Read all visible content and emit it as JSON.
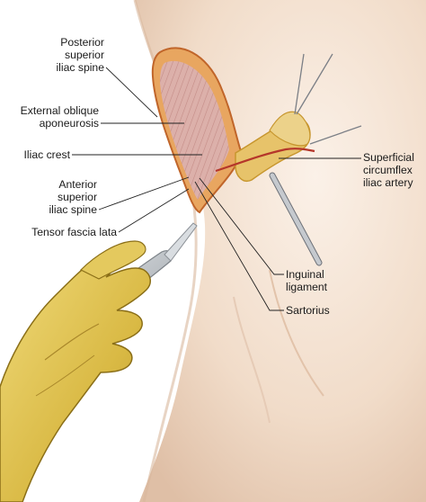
{
  "labels": {
    "posterior_superior_iliac_spine": [
      "Posterior",
      "superior",
      "iliac spine"
    ],
    "external_oblique_aponeurosis": [
      "External oblique",
      "aponeurosis"
    ],
    "iliac_crest": [
      "Iliac crest"
    ],
    "anterior_superior_iliac_spine": [
      "Anterior",
      "superior",
      "iliac spine"
    ],
    "tensor_fascia_lata": [
      "Tensor fascia lata"
    ],
    "superficial_circumflex_iliac_artery": [
      "Superficial",
      "circumflex",
      "iliac artery"
    ],
    "inguinal_ligament": [
      "Inguinal",
      "ligament"
    ],
    "sartorius": [
      "Sartorius"
    ]
  },
  "colors": {
    "skin": "#f1dcc9",
    "skin_shadow": "#d9b79d",
    "wound_rim": "#d07a2e",
    "muscle": "#dcb0aa",
    "fat": "#e7c36a",
    "glove": "#e2c65a",
    "scalpel": "#b8bcc2",
    "leader": "#222222"
  },
  "icons": [
    "hand-in-glove-icon",
    "scalpel-icon",
    "retractor-icon"
  ]
}
